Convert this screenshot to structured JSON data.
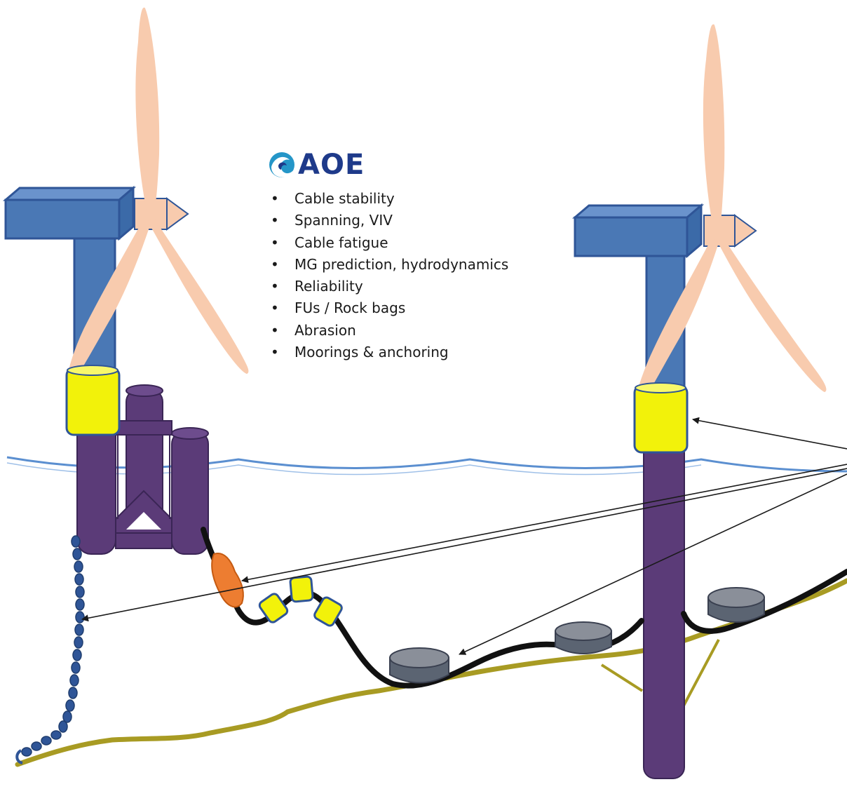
{
  "logo": {
    "name": "AOE",
    "brand_color": "#1e3a8a",
    "icon_color": "#2596c8",
    "icon": "wave-swirl-icon"
  },
  "topics": [
    "Cable stability",
    "Spanning, VIV",
    "Cable fatigue",
    "MG prediction, hydrodynamics",
    "Reliability",
    "FUs / Rock bags",
    "Abrasion",
    "Moorings & anchoring"
  ],
  "colors": {
    "nacelle": "#4a78b5",
    "tower": "#4a78b5",
    "substructure": "#5b3b78",
    "collar": "#f2f20a",
    "blade": "#f8cbae",
    "water_line": "#5b8fd0",
    "seabed": "#a89b23",
    "cable": "#111111",
    "rock_bag": "#8a8f99",
    "float_unit": "#f2f20a",
    "chain": "#2f5597",
    "marine_growth": "#ed7d31",
    "arrow": "#1a1a1a"
  }
}
